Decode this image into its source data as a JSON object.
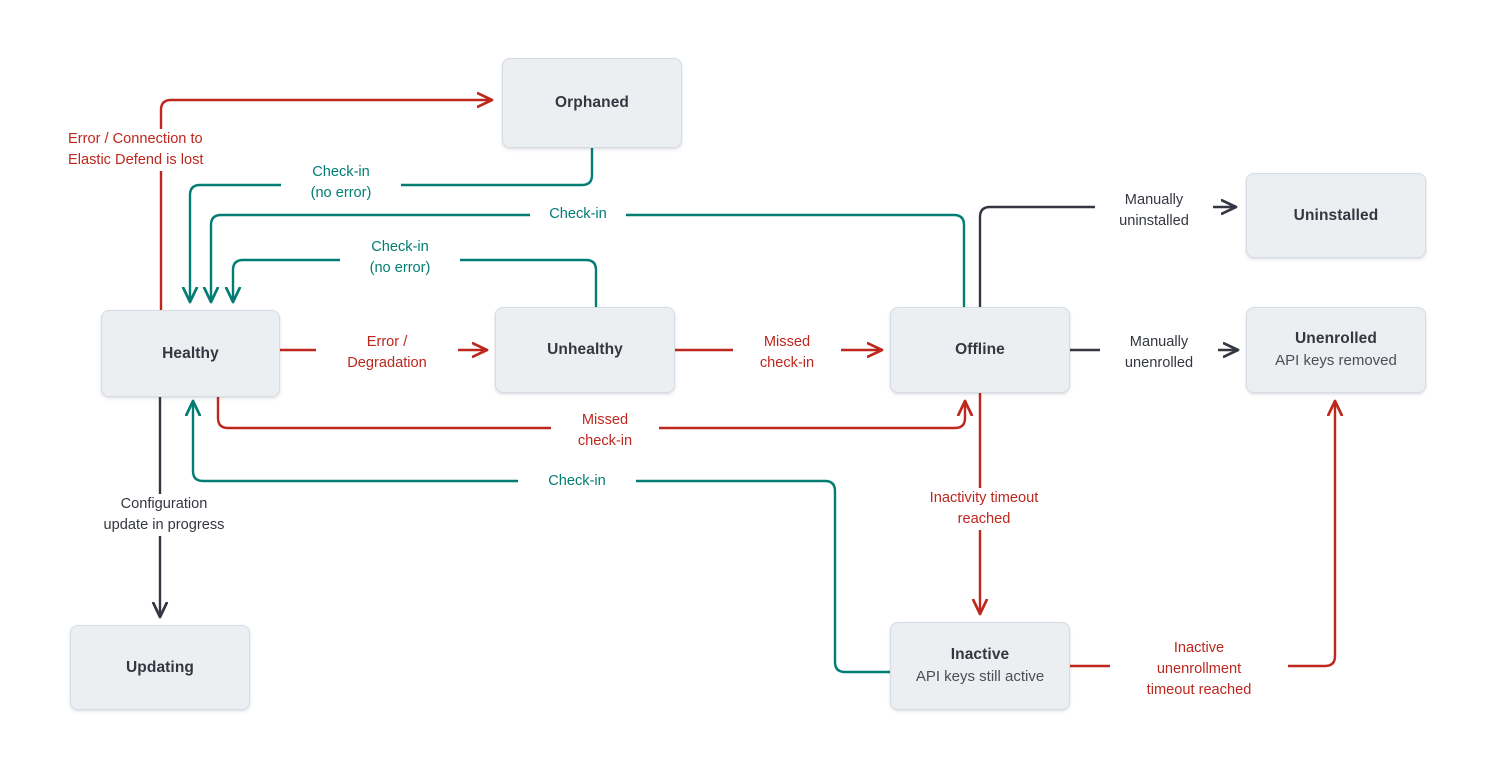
{
  "diagram": {
    "title": "Elastic Agent status state diagram",
    "background": "#ffffff",
    "colors": {
      "error_red": "#BD271E",
      "success_teal": "#017D73",
      "neutral_black": "#343741",
      "node_fill": "#ECEFF1",
      "node_border": "#D6DCE3",
      "node_text": "#343741"
    },
    "nodes": [
      {
        "id": "orphaned",
        "title": "Orphaned",
        "subtitle": ""
      },
      {
        "id": "healthy",
        "title": "Healthy",
        "subtitle": ""
      },
      {
        "id": "unhealthy",
        "title": "Unhealthy",
        "subtitle": ""
      },
      {
        "id": "offline",
        "title": "Offline",
        "subtitle": ""
      },
      {
        "id": "uninstalled",
        "title": "Uninstalled",
        "subtitle": ""
      },
      {
        "id": "unenrolled",
        "title": "Unenrolled",
        "subtitle": "API keys removed"
      },
      {
        "id": "inactive",
        "title": "Inactive",
        "subtitle": "API keys still active"
      },
      {
        "id": "updating",
        "title": "Updating",
        "subtitle": ""
      }
    ],
    "edges": [
      {
        "id": "healthy-to-orphaned",
        "from": "healthy",
        "to": "orphaned",
        "label": "Error / Connection to\nElastic Defend is lost",
        "color": "error_red"
      },
      {
        "id": "orphaned-to-healthy",
        "from": "orphaned",
        "to": "healthy",
        "label": "Check-in\n(no error)",
        "color": "success_teal"
      },
      {
        "id": "offline-to-healthy",
        "from": "offline",
        "to": "healthy",
        "label": "Check-in",
        "color": "success_teal"
      },
      {
        "id": "unhealthy-to-healthy",
        "from": "unhealthy",
        "to": "healthy",
        "label": "Check-in\n(no error)",
        "color": "success_teal"
      },
      {
        "id": "healthy-to-unhealthy",
        "from": "healthy",
        "to": "unhealthy",
        "label": "Error /\nDegradation",
        "color": "error_red"
      },
      {
        "id": "unhealthy-to-offline",
        "from": "unhealthy",
        "to": "offline",
        "label": "Missed\ncheck-in",
        "color": "error_red"
      },
      {
        "id": "healthy-to-offline",
        "from": "healthy",
        "to": "offline",
        "label": "Missed\ncheck-in",
        "color": "error_red"
      },
      {
        "id": "offline-to-uninstalled",
        "from": "offline",
        "to": "uninstalled",
        "label": "Manually\nuninstalled",
        "color": "neutral_black"
      },
      {
        "id": "offline-to-unenrolled",
        "from": "offline",
        "to": "unenrolled",
        "label": "Manually\nunenrolled",
        "color": "neutral_black"
      },
      {
        "id": "offline-to-inactive",
        "from": "offline",
        "to": "inactive",
        "label": "Inactivity timeout\nreached",
        "color": "error_red"
      },
      {
        "id": "inactive-to-offline",
        "from": "inactive",
        "to": "offline",
        "label": "Check-in",
        "color": "success_teal"
      },
      {
        "id": "inactive-to-healthy",
        "from": "inactive",
        "to": "healthy",
        "label": "Check-in",
        "color": "success_teal"
      },
      {
        "id": "inactive-to-unenrolled",
        "from": "inactive",
        "to": "unenrolled",
        "label": "Inactive\nunenrollment\ntimeout reached",
        "color": "error_red"
      },
      {
        "id": "healthy-to-updating",
        "from": "healthy",
        "to": "updating",
        "label": "Configuration\nupdate in progress",
        "color": "neutral_black"
      }
    ],
    "labels": {
      "error_connection_lost_l1": "Error / Connection to",
      "error_connection_lost_l2": "Elastic Defend is lost",
      "checkin_no_error_top_l1": "Check-in",
      "checkin_no_error_top_l2": "(no error)",
      "checkin_offline": "Check-in",
      "checkin_no_error_mid_l1": "Check-in",
      "checkin_no_error_mid_l2": "(no error)",
      "error_degradation_l1": "Error /",
      "error_degradation_l2": "Degradation",
      "missed_checkin_unhealthy_l1": "Missed",
      "missed_checkin_unhealthy_l2": "check-in",
      "missed_checkin_healthy_l1": "Missed",
      "missed_checkin_healthy_l2": "check-in",
      "manually_uninstalled_l1": "Manually",
      "manually_uninstalled_l2": "uninstalled",
      "manually_unenrolled_l1": "Manually",
      "manually_unenrolled_l2": "unenrolled",
      "inactivity_timeout_l1": "Inactivity timeout",
      "inactivity_timeout_l2": "reached",
      "checkin_inactive": "Check-in",
      "inactive_unenrollment_l1": "Inactive",
      "inactive_unenrollment_l2": "unenrollment",
      "inactive_unenrollment_l3": "timeout reached",
      "configuration_update_l1": "Configuration",
      "configuration_update_l2": "update in progress"
    }
  }
}
